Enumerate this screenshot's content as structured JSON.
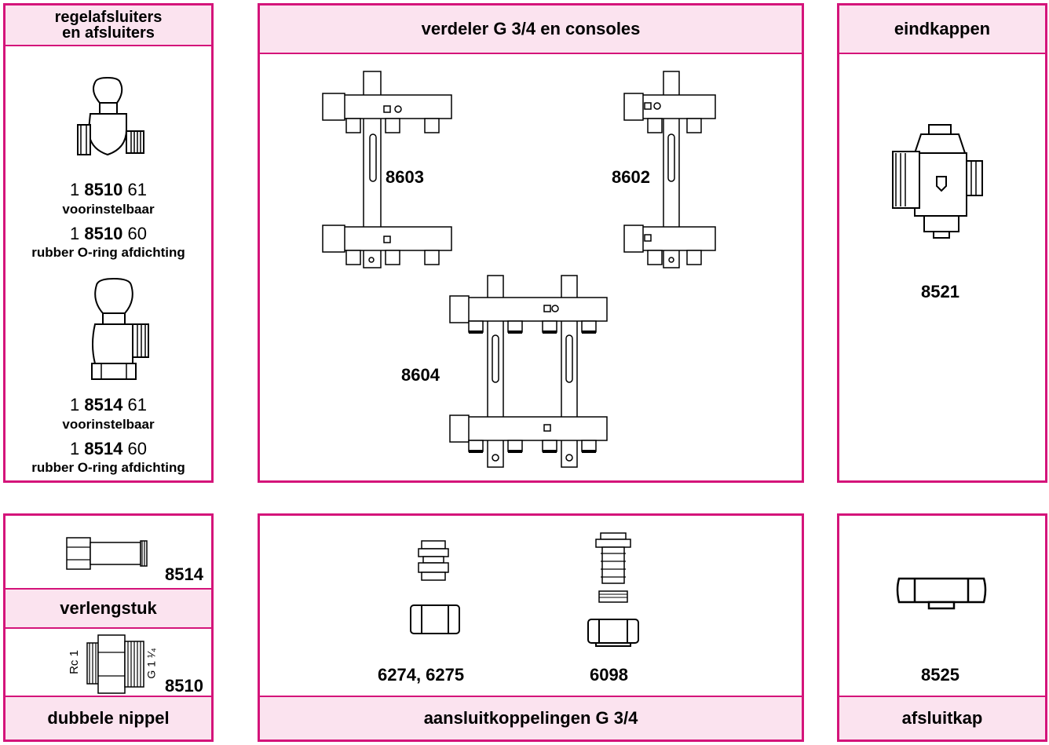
{
  "panels": {
    "valves": {
      "title_line1": "regelafsluiters",
      "title_line2": "en afsluiters",
      "valve1": {
        "code1_pre": "1 ",
        "code1_bold": "8510",
        "code1_post": " 61",
        "note1": "voorinstelbaar",
        "code2_pre": "1 ",
        "code2_bold": "8510",
        "code2_post": " 60",
        "note2": "rubber O-ring afdichting"
      },
      "valve2": {
        "code1_pre": "1 ",
        "code1_bold": "8514",
        "code1_post": " 61",
        "note1": "voorinstelbaar",
        "code2_pre": "1 ",
        "code2_bold": "8514",
        "code2_post": " 60",
        "note2": "rubber O-ring afdichting"
      }
    },
    "manifold": {
      "title": "verdeler G 3/4 en consoles",
      "items": [
        "8603",
        "8602",
        "8604"
      ]
    },
    "endcaps": {
      "title": "eindkappen",
      "code": "8521"
    },
    "extension": {
      "code_top": "8514",
      "middle_title": "verlengstuk",
      "nipple_left_label": "Rc 1",
      "nipple_right_label": "G 1 ¹⁄₄",
      "code_bottom": "8510",
      "bottom_title": "dubbele nippel"
    },
    "couplings": {
      "codes": [
        "6274, 6275",
        "6098"
      ],
      "title": "aansluitkoppelingen G 3/4"
    },
    "cap": {
      "code": "8525",
      "title": "afsluitkap"
    }
  },
  "colors": {
    "border": "#d4147a",
    "header_fill": "#fbe3ef"
  }
}
